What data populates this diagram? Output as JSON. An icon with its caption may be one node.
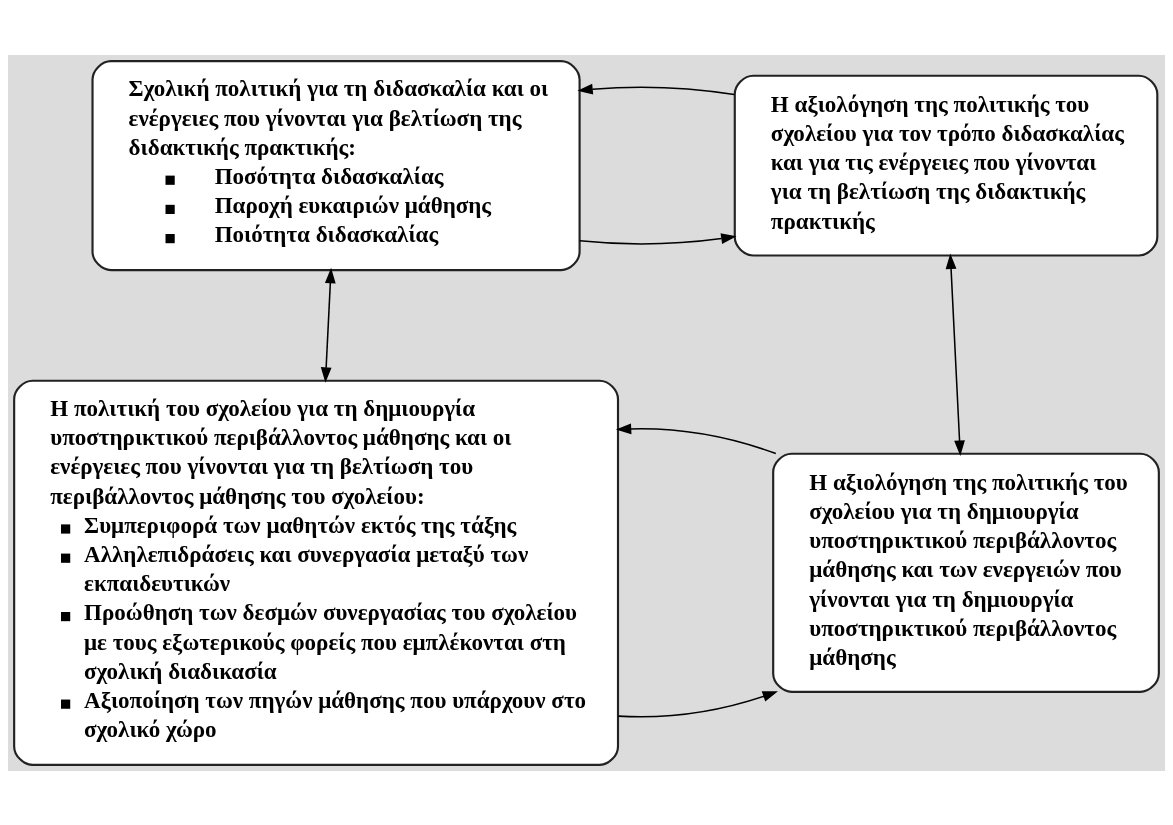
{
  "diagram": {
    "nodes": [
      {
        "text": [
          "Σχολική πολιτική για τη διδασκαλία και οι ενέργειες που γίνονται για βελτίωση της διδακτικής πρακτικής:",
          "Ποσότητα διδασκαλίας",
          "Παροχή ευκαιριών μάθησης",
          "Ποιότητα διδασκαλίας"
        ]
      },
      {
        "text": [
          "Η αξιολόγηση της πολιτικής του σχολείου για τον τρόπο διδασκαλίας και για τις ενέργειες που γίνονται για τη βελτίωση της διδακτικής πρακτικής"
        ]
      },
      {
        "text": [
          "Η πολιτική του σχολείου για τη δημιουργία υποστηρικτικού περιβάλλοντος μάθησης και οι ενέργειες που γίνονται για τη βελτίωση του περιβάλλοντος μάθησης του σχολείου:",
          "Συμπεριφορά των μαθητών εκτός της τάξης",
          "Αλληλεπιδράσεις και συνεργασία μεταξύ των εκπαιδευτικών",
          "Προώθηση των δεσμών συνεργασίας του σχολείου με τους εξωτερικούς φορείς που εμπλέκονται στη σχολική διαδικασία",
          "Αξιοποίηση των πηγών μάθησης που υπάρχουν στο σχολικό χώρο"
        ]
      },
      {
        "text": [
          "Η αξιολόγηση της πολιτικής του σχολείου για τη δημιουργία υποστηρικτικού περιβάλλοντος μάθησης και των ενεργειών που γίνονται για τη δημιουργία υποστηρικτικού περιβάλλοντος μάθησης"
        ]
      }
    ],
    "edges": [
      {
        "from": 0,
        "to": 1,
        "arrow": "to"
      },
      {
        "from": 1,
        "to": 0,
        "arrow": "to"
      },
      {
        "from": 0,
        "to": 2,
        "arrow": "both"
      },
      {
        "from": 1,
        "to": 3,
        "arrow": "both"
      },
      {
        "from": 2,
        "to": 3,
        "arrow": "to"
      },
      {
        "from": 3,
        "to": 2,
        "arrow": "to"
      }
    ]
  }
}
